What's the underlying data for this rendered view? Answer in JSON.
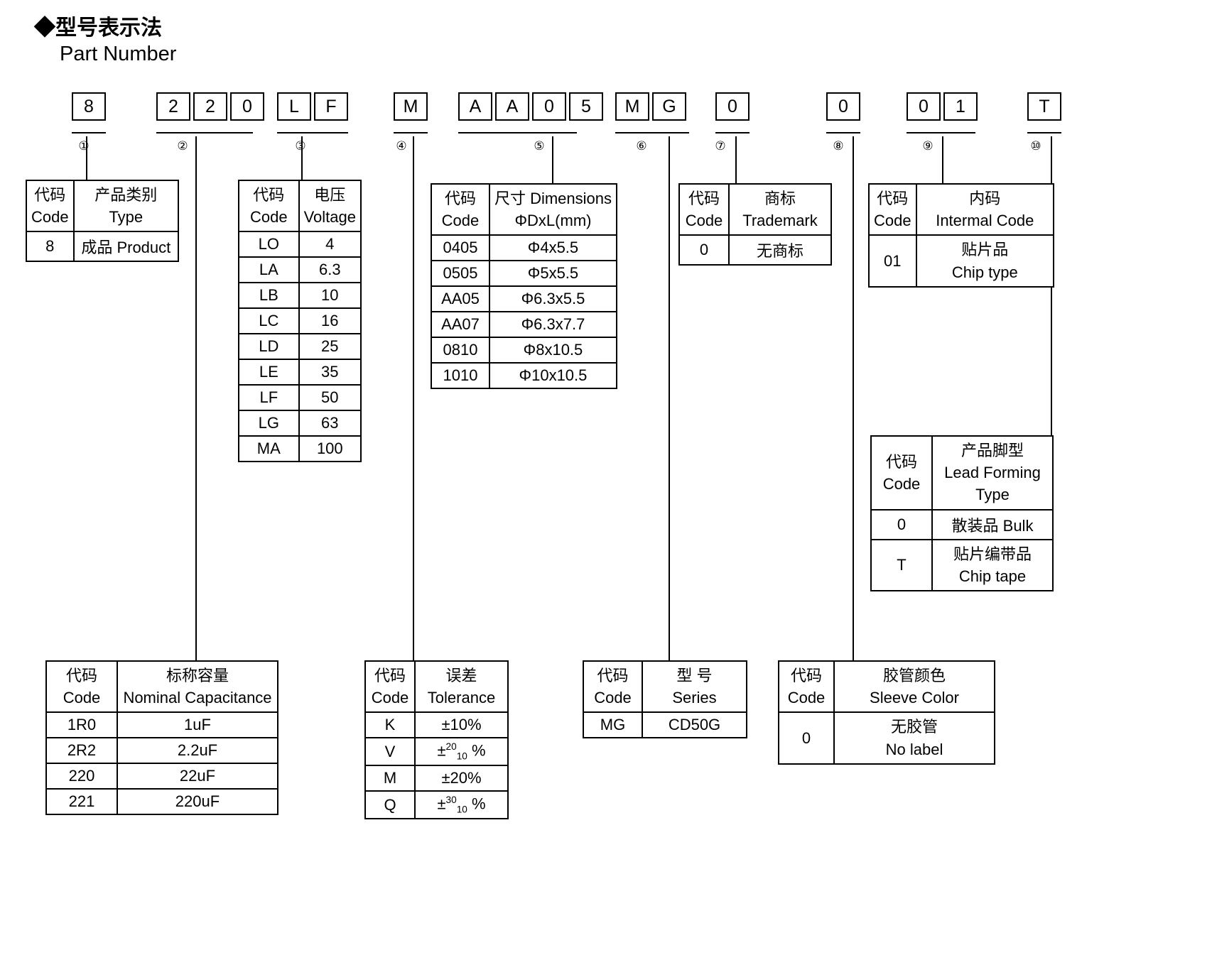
{
  "heading": {
    "cn": "◆型号表示法",
    "en": "Part Number"
  },
  "part_number": {
    "groups": [
      {
        "index": "①",
        "chars": [
          "8"
        ]
      },
      {
        "index": "②",
        "chars": [
          "2",
          "2",
          "0"
        ]
      },
      {
        "index": "③",
        "chars": [
          "L",
          "F"
        ]
      },
      {
        "index": "④",
        "chars": [
          "M"
        ]
      },
      {
        "index": "⑤",
        "chars": [
          "A",
          "A",
          "0",
          "5"
        ]
      },
      {
        "index": "⑥",
        "chars": [
          "M",
          "G"
        ]
      },
      {
        "index": "⑦",
        "chars": [
          "0"
        ]
      },
      {
        "index": "⑧",
        "chars": [
          "0"
        ]
      },
      {
        "index": "⑨",
        "chars": [
          "0",
          "1"
        ]
      },
      {
        "index": "⑩",
        "chars": [
          "T"
        ]
      }
    ]
  },
  "tables": {
    "type": {
      "header": {
        "code_cn": "代码",
        "code_en": "Code",
        "value_cn": "产品类别",
        "value_en": "Type"
      },
      "rows": [
        {
          "code": "8",
          "value": "成品 Product"
        }
      ]
    },
    "voltage": {
      "header": {
        "code_cn": "代码",
        "code_en": "Code",
        "value_cn": "电压",
        "value_en": "Voltage"
      },
      "rows": [
        {
          "code": "LO",
          "value": "4"
        },
        {
          "code": "LA",
          "value": "6.3"
        },
        {
          "code": "LB",
          "value": "10"
        },
        {
          "code": "LC",
          "value": "16"
        },
        {
          "code": "LD",
          "value": "25"
        },
        {
          "code": "LE",
          "value": "35"
        },
        {
          "code": "LF",
          "value": "50"
        },
        {
          "code": "LG",
          "value": "63"
        },
        {
          "code": "MA",
          "value": "100"
        }
      ]
    },
    "dimensions": {
      "header": {
        "code_cn": "代码",
        "code_en": "Code",
        "value_cn": "尺寸 Dimensions",
        "value_en": "ΦDxL(mm)"
      },
      "rows": [
        {
          "code": "0405",
          "value": "Φ4x5.5"
        },
        {
          "code": "0505",
          "value": "Φ5x5.5"
        },
        {
          "code": "AA05",
          "value": "Φ6.3x5.5"
        },
        {
          "code": "AA07",
          "value": "Φ6.3x7.7"
        },
        {
          "code": "0810",
          "value": "Φ8x10.5"
        },
        {
          "code": "1010",
          "value": "Φ10x10.5"
        }
      ]
    },
    "trademark": {
      "header": {
        "code_cn": "代码",
        "code_en": "Code",
        "value_cn": "商标",
        "value_en": "Trademark"
      },
      "rows": [
        {
          "code": "0",
          "value": "无商标"
        }
      ]
    },
    "internal_code": {
      "header": {
        "code_cn": "代码",
        "code_en": "Code",
        "value_cn": "内码",
        "value_en": "Intermal Code"
      },
      "rows": [
        {
          "code": "01",
          "value_cn": "贴片品",
          "value_en": "Chip type"
        }
      ]
    },
    "lead_forming": {
      "header": {
        "code_cn": "代码",
        "code_en": "Code",
        "value_cn": "产品脚型",
        "value_en1": "Lead Forming",
        "value_en2": "Type"
      },
      "rows": [
        {
          "code": "0",
          "value_cn": "散装品 Bulk",
          "value_en": ""
        },
        {
          "code": "T",
          "value_cn": "贴片编带品",
          "value_en": "Chip tape"
        }
      ]
    },
    "capacitance": {
      "header": {
        "code_cn": "代码",
        "code_en": "Code",
        "value_cn": "标称容量",
        "value_en": "Nominal Capacitance"
      },
      "rows": [
        {
          "code": "1R0",
          "value": "1uF"
        },
        {
          "code": "2R2",
          "value": "2.2uF"
        },
        {
          "code": "220",
          "value": "22uF"
        },
        {
          "code": "221",
          "value": "220uF"
        }
      ]
    },
    "tolerance": {
      "header": {
        "code_cn": "代码",
        "code_en": "Code",
        "value_cn": "误差",
        "value_en": "Tolerance"
      },
      "rows": [
        {
          "code": "K",
          "value": "±10%",
          "sup": "",
          "sub": "",
          "suffix": ""
        },
        {
          "code": "V",
          "value": "",
          "sup": "20",
          "sub": "10",
          "prefix": "±",
          "suffix": "%"
        },
        {
          "code": "M",
          "value": "±20%",
          "sup": "",
          "sub": "",
          "suffix": ""
        },
        {
          "code": "Q",
          "value": "",
          "sup": "30",
          "sub": "10",
          "prefix": "±",
          "suffix": "%"
        }
      ]
    },
    "series": {
      "header": {
        "code_cn": "代码",
        "code_en": "Code",
        "value_cn": "型 号",
        "value_en": "Series"
      },
      "rows": [
        {
          "code": "MG",
          "value": "CD50G"
        }
      ]
    },
    "sleeve_color": {
      "header": {
        "code_cn": "代码",
        "code_en": "Code",
        "value_cn": "胶管颜色",
        "value_en": "Sleeve Color"
      },
      "rows": [
        {
          "code": "0",
          "value_cn": "无胶管",
          "value_en": "No label"
        }
      ]
    }
  }
}
